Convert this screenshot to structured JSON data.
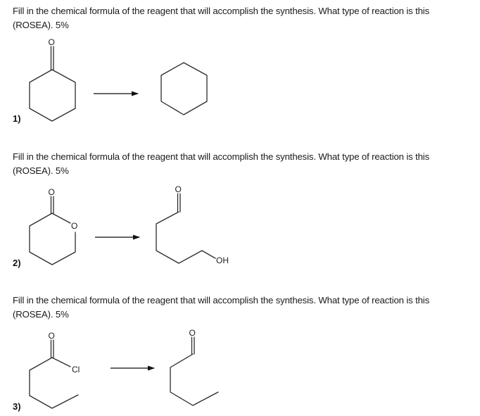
{
  "questions": [
    {
      "prompt_line1": "Fill in the chemical formula of the reagent that will accomplish the synthesis. What type of reaction is this",
      "prompt_line2": "(ROSEA). 5%",
      "number_label": "1)",
      "reactant": {
        "name": "cyclohexanone",
        "atom_labels": [
          "O"
        ]
      },
      "product": {
        "name": "cyclohexane",
        "atom_labels": []
      }
    },
    {
      "prompt_line1": "Fill in the chemical formula of the reagent that will accomplish the synthesis. What type of reaction is this",
      "prompt_line2": "(ROSEA). 5%",
      "number_label": "2)",
      "reactant": {
        "name": "delta-valerolactone",
        "atom_labels": [
          "O",
          "O"
        ]
      },
      "product": {
        "name": "5-hydroxypentanal",
        "atom_labels": [
          "O",
          "OH"
        ]
      }
    },
    {
      "prompt_line1": "Fill in the chemical formula of the reagent that will accomplish the synthesis. What type of reaction is this",
      "prompt_line2": "(ROSEA). 5%",
      "number_label": "3)",
      "reactant": {
        "name": "pentanoyl chloride",
        "atom_labels": [
          "O",
          "Cl"
        ]
      },
      "product": {
        "name": "pentanal",
        "atom_labels": [
          "O"
        ]
      }
    }
  ]
}
